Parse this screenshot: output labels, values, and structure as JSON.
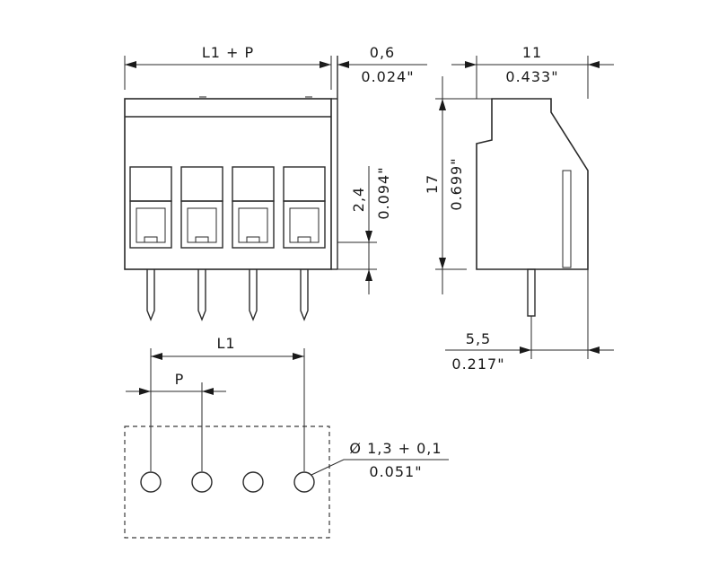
{
  "front_view": {
    "dim_width_label": "L1 + P",
    "dim_offset_mm": "0,6",
    "dim_offset_in": "0.024\"",
    "dim_pin_mm": "2,4",
    "dim_pin_in": "0.094\""
  },
  "side_view": {
    "dim_depth_mm": "11",
    "dim_depth_in": "0.433\"",
    "dim_height_mm": "17",
    "dim_height_in": "0.699\"",
    "dim_pin_offset_mm": "5,5",
    "dim_pin_offset_in": "0.217\""
  },
  "footprint": {
    "dim_l1_label": "L1",
    "dim_pitch_label": "P",
    "dim_hole_mm": "Ø 1,3 + 0,1",
    "dim_hole_in": "0.051\"",
    "hole_count": 4
  }
}
